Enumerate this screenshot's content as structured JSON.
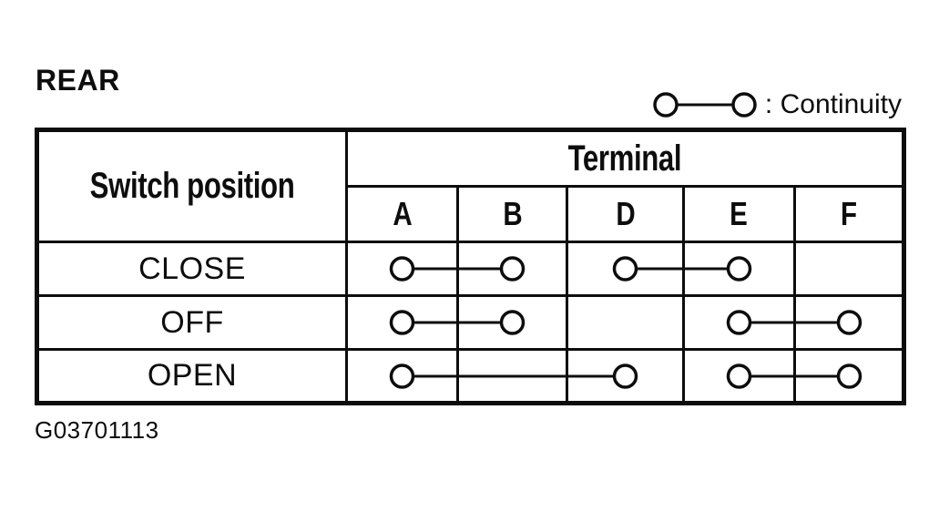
{
  "figure": {
    "title": "REAR",
    "id": "G03701113"
  },
  "legend": {
    "label": ": Continuity"
  },
  "table": {
    "corner_header": "Switch position",
    "group_header": "Terminal",
    "terminals": [
      "A",
      "B",
      "D",
      "E",
      "F"
    ],
    "rows": [
      {
        "position": "CLOSE",
        "connections": [
          [
            "A",
            "B"
          ],
          [
            "D",
            "E"
          ]
        ]
      },
      {
        "position": "OFF",
        "connections": [
          [
            "A",
            "B"
          ],
          [
            "E",
            "F"
          ]
        ]
      },
      {
        "position": "OPEN",
        "connections": [
          [
            "A",
            "D"
          ],
          [
            "E",
            "F"
          ]
        ]
      }
    ]
  },
  "colors": {
    "ink": "#0d0d0d",
    "paper": "#ffffff"
  }
}
